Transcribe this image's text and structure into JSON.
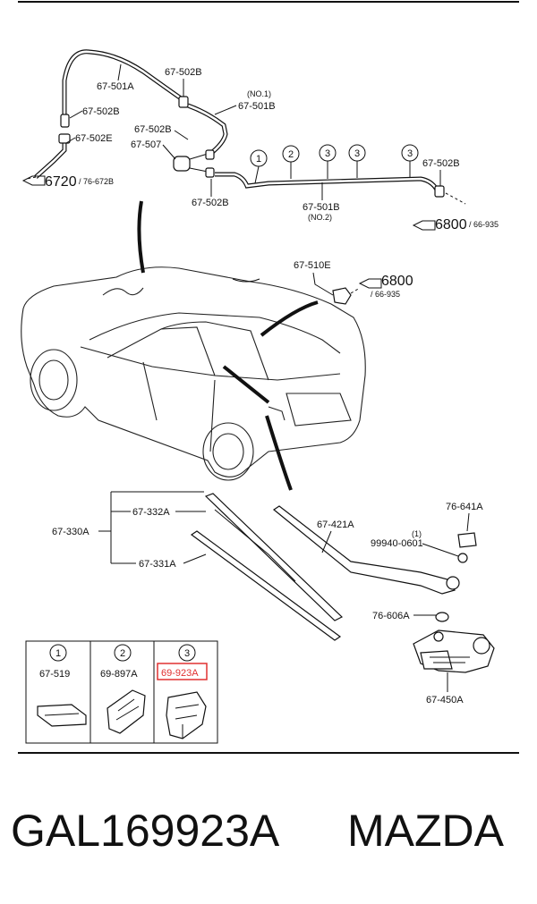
{
  "diagram": {
    "labels": {
      "p67_501A": "67-501A",
      "p67_502B_top": "67-502B",
      "no1": "(NO.1)",
      "p67_501B_top": "67-501B",
      "p67_502B_left": "67-502B",
      "p67_502E": "67-502E",
      "p67_502B_mid": "67-502B",
      "p67_507": "67-507",
      "ref6720_main": "6720",
      "ref6720_sub": "/ 76-672B",
      "p67_502B_low": "67-502B",
      "p67_501B_bot": "67-501B",
      "no2": "(NO.2)",
      "p67_502B_right": "67-502B",
      "ref6800a_main": "6800",
      "ref6800a_sub": "/ 66-935",
      "p67_510E": "67-510E",
      "ref6800b_main": "6800",
      "ref6800b_sub": "/ 66-935",
      "p67_330A": "67-330A",
      "p67_332A": "67-332A",
      "p67_331A": "67-331A",
      "p67_421A": "67-421A",
      "p76_641A": "76-641A",
      "p99940": "99940-0601",
      "one_small": "(1)",
      "p76_606A": "76-606A",
      "p67_450A": "67-450A"
    },
    "hose_markers": [
      "1",
      "2",
      "3",
      "3",
      "3"
    ],
    "legend": [
      {
        "num": "1",
        "part": "67-519"
      },
      {
        "num": "2",
        "part": "69-897A"
      },
      {
        "num": "3",
        "part": "69-923A",
        "highlighted": true
      }
    ],
    "highlight_color": "#e03030"
  },
  "footer": {
    "part_number": "GAL169923A",
    "brand": "MAZDA"
  }
}
